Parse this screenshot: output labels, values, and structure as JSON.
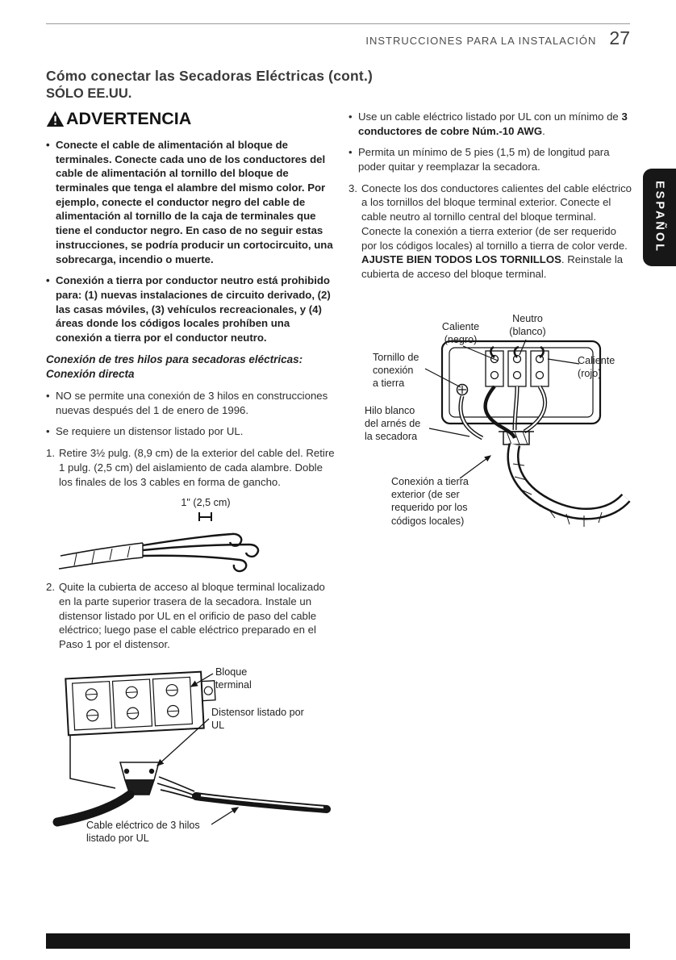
{
  "header": {
    "title": "INSTRUCCIONES PARA LA INSTALACIÓN",
    "page": "27"
  },
  "lang_tab": "ESPAÑOL",
  "title": "Cómo conectar las Secadoras Eléctricas (cont.)",
  "subtitle": "SÓLO EE.UU.",
  "glyphs": {
    "bullet": "•"
  },
  "warning": {
    "heading": "ADVERTENCIA",
    "bullet1": "Conecte el cable de alimentación al bloque de terminales. Conecte cada uno de los conductores del cable de alimentación al tornillo del bloque de terminales que tenga el alambre del mismo color. Por ejemplo, conecte el conductor negro del cable de alimentación al tornillo de la caja de terminales que tiene el conductor negro. En caso de no seguir estas instrucciones, se podría producir un cortocircuito, una sobrecarga, incendio o muerte.",
    "bullet2": "Conexión a tierra por conductor neutro está prohibido para: (1) nuevas instalaciones de circuito derivado, (2) las casas móviles, (3) vehículos recreacionales, y (4) áreas donde los códigos locales prohíben una conexión a tierra por el conductor neutro."
  },
  "left": {
    "subhead": "Conexión de tres hilos para secadoras eléctricas:\nConexión directa",
    "bullet_no": "NO se permite una conexión de 3 hilos en construcciones nuevas después del 1 de enero de 1996.",
    "bullet_ul": "Se requiere un distensor listado por UL.",
    "step1_num": "1.",
    "step1": "Retire 3½ pulg. (8,9 cm) de la exterior del cable del. Retire 1 pulg. (2,5 cm) del aislamiento de cada alambre. Doble los finales de los 3 cables en forma de gancho.",
    "step2_num": "2.",
    "step2": "Quite la cubierta de acceso al bloque terminal localizado en la parte superior trasera de la secadora. Instale un distensor listado por UL en el orificio de paso del cable eléctrico; luego pase el cable eléctrico preparado en el Paso 1 por el distensor."
  },
  "right": {
    "bullet1_pre": "Use un cable eléctrico listado por UL con un mínimo de ",
    "bullet1_bold": "3 conductores de cobre Núm.-10 AWG",
    "bullet1_post": ".",
    "bullet2": "Permita un mínimo de 5 pies (1,5 m) de longitud para poder quitar y reemplazar la secadora.",
    "step3_num": "3.",
    "step3_pre": "Conecte los dos conductores calientes del cable eléctrico a los tornillos del bloque terminal exterior. Conecte el cable neutro al tornillo central del bloque terminal. Conecte la conexión a tierra exterior (de ser requerido por los códigos locales) al tornillo a tierra de color verde. ",
    "step3_bold": "AJUSTE BIEN TODOS LOS TORNILLOS",
    "step3_post": ". Reinstale la cubierta de acceso del bloque terminal."
  },
  "fig1": {
    "label": "1\" (2,5 cm)"
  },
  "fig2": {
    "label_block": "Bloque\nterminal",
    "label_strain": "Distensor listado por\nUL",
    "label_cable": "Cable eléctrico de 3 hilos\nlistado por UL"
  },
  "fig3": {
    "label_hot_black": "Caliente\n(negro)",
    "label_neutral": "Neutro\n(blanco)",
    "label_ground_screw": "Tornillo de\nconexión\na tierra",
    "label_hot_red": "Caliente\n(rojo)",
    "label_harness": "Hilo blanco\ndel arnés de\nla secadora",
    "label_ext_ground": "Conexión a tierra\nexterior (de ser\nrequerido por los\ncódigos locales)"
  },
  "colors": {
    "ink": "#151515",
    "tab_bg": "#171717",
    "footer_bg": "#141414"
  }
}
